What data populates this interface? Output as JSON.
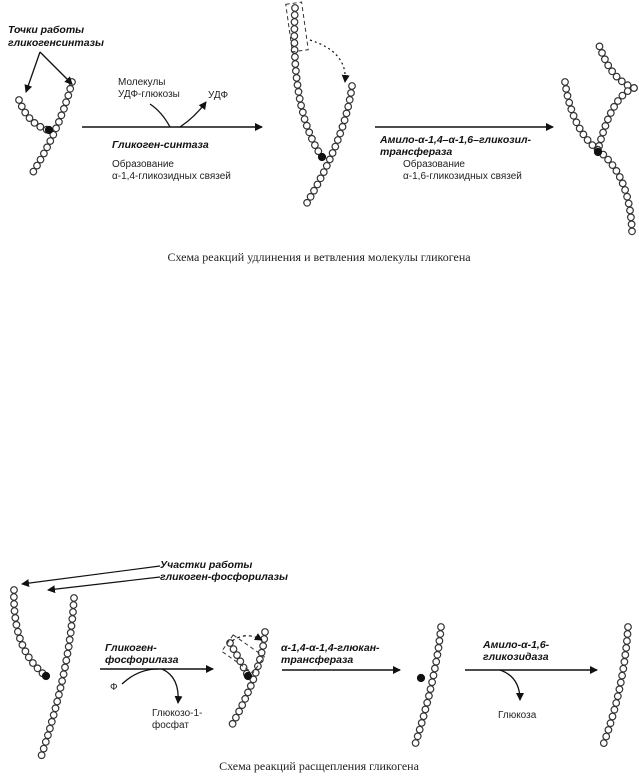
{
  "top": {
    "label_sites_line1": "Точки работы",
    "label_sites_line2": "гликогенсинтазы",
    "label_udp_glucose_line1": "Молекулы",
    "label_udp_glucose_line2": "УДФ-глюкозы",
    "label_udp": "УДФ",
    "label_glycogen_synthase": "Гликоген-синтаза",
    "label_formation1_line1": "Образование",
    "label_formation1_line2": "α-1,4-гликозидных связей",
    "label_branching_line1": "Амило-α-1,4–α-1,6–гликозил-",
    "label_branching_line2": "трансфераза",
    "label_formation2_line1": "Образование",
    "label_formation2_line2": "α-1,6-гликозидных связей",
    "caption": "Схема реакций удлинения и ветвления молекулы гликогена"
  },
  "bottom": {
    "label_sites_line1": "Участки работы",
    "label_sites_line2": "гликоген-фосфорилазы",
    "label_phosphorylase_line1": "Гликоген-",
    "label_phosphorylase_line2": "фосфорилаза",
    "label_phi": "Ф",
    "label_g1p_line1": "Глюкозо-1-",
    "label_g1p_line2": "фосфат",
    "label_transferase_line1": "α-1,4-α-1,4-глюкан-",
    "label_transferase_line2": "трансфераза",
    "label_glucosidase_line1": "Амило-α-1,6-",
    "label_glucosidase_line2": "гликозидаза",
    "label_glucose": "Глюкоза",
    "caption": "Схема реакций расщепления гликогена"
  }
}
